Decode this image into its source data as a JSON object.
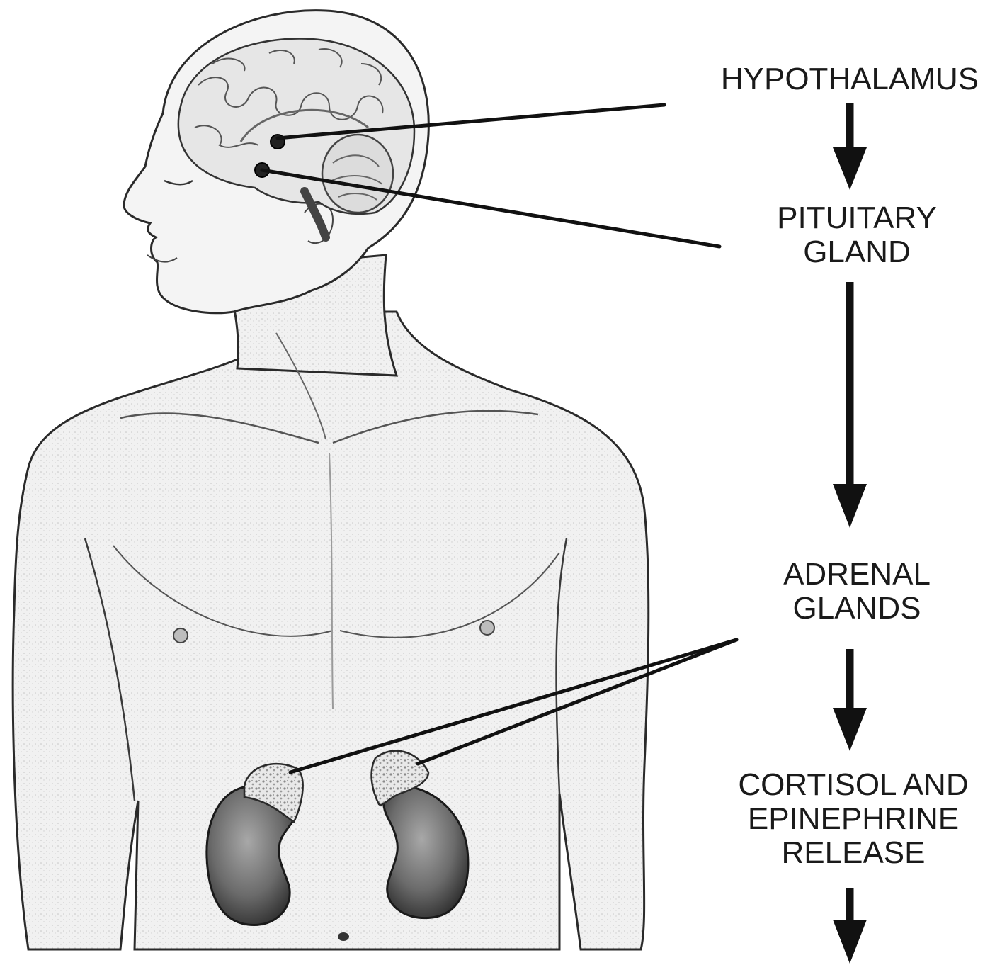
{
  "diagram": {
    "labels": {
      "hypothalamus": "HYPOTHALAMUS",
      "pituitary": [
        "PITUITARY",
        "GLAND"
      ],
      "adrenal": [
        "ADRENAL",
        "GLANDS"
      ],
      "release": [
        "CORTISOL AND",
        "EPINEPHRINE",
        "RELEASE"
      ]
    },
    "colors": {
      "ink": "#111111",
      "skin_shading": "#d9d9d9",
      "brain": "#e6e6e6",
      "kidney": "#6b6b6b",
      "adrenal_tissue": "#cfcfcf"
    }
  }
}
